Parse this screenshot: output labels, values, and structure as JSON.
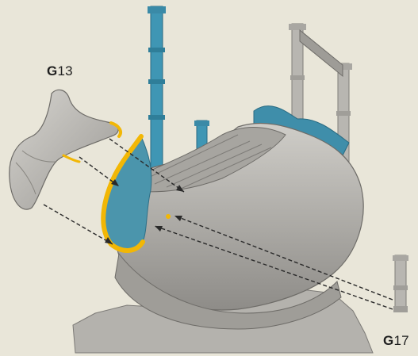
{
  "labels": {
    "g13": {
      "letter": "G",
      "number": "13"
    },
    "g17": {
      "letter": "G",
      "number": "17"
    }
  },
  "colors": {
    "background": "#e9e6d9",
    "miniature": "#b9b7b2",
    "miniature_shadow": "#8f8d89",
    "blue_detail": "#3f96b4",
    "glue_outline": "#f2b705",
    "arrow": "#2a2a2a"
  }
}
